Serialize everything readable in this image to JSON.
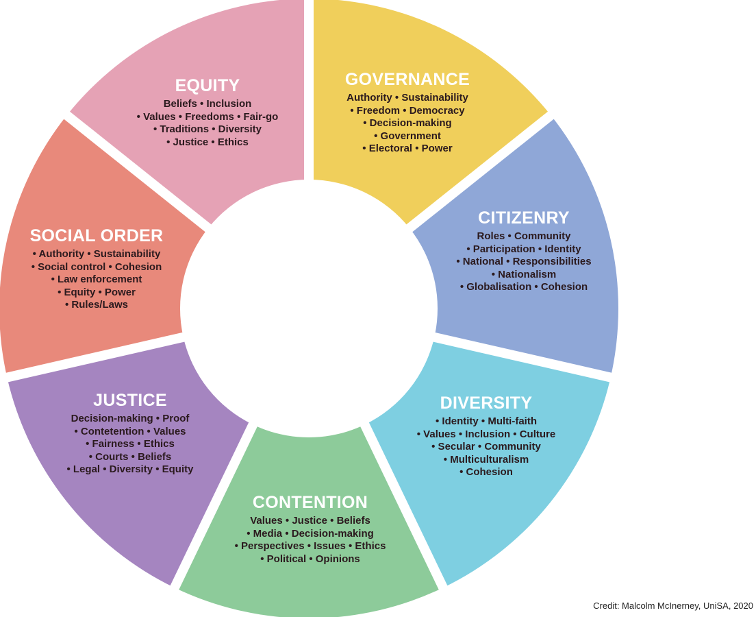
{
  "segments": [
    {
      "title": "GOVERNANCE",
      "color": "#f0cf5b",
      "items": [
        "Authority • Sustainability",
        "• Freedom • Democracy",
        "• Decision-making",
        "• Government",
        "• Electoral • Power"
      ]
    },
    {
      "title": "CITIZENRY",
      "color": "#8fa7d7",
      "items": [
        "Roles • Community",
        "• Participation • Identity",
        "• National • Responsibilities",
        "• Nationalism",
        "• Globalisation • Cohesion"
      ]
    },
    {
      "title": "DIVERSITY",
      "color": "#7ecfe1",
      "items": [
        "• Identity • Multi-faith",
        "• Values • Inclusion • Culture",
        "• Secular • Community",
        "• Multiculturalism",
        "• Cohesion"
      ]
    },
    {
      "title": "CONTENTION",
      "color": "#8dcb9a",
      "items": [
        "Values • Justice • Beliefs",
        "• Media • Decision-making",
        "• Perspectives • Issues • Ethics",
        "• Political • Opinions"
      ]
    },
    {
      "title": "JUSTICE",
      "color": "#a585c0",
      "items": [
        "Decision-making • Proof",
        "• Contetention • Values",
        "• Fairness • Ethics",
        "• Courts • Beliefs",
        "• Legal • Diversity • Equity"
      ]
    },
    {
      "title": "SOCIAL ORDER",
      "color": "#e8897b",
      "items": [
        "• Authority • Sustainability",
        "• Social control • Cohesion",
        "• Law enforcement",
        "• Equity • Power",
        "• Rules/Laws"
      ]
    },
    {
      "title": "EQUITY",
      "color": "#e5a2b5",
      "items": [
        "Beliefs  • Inclusion",
        "• Values • Freedoms • Fair-go",
        "• Traditions • Diversity",
        "• Justice • Ethics"
      ]
    }
  ],
  "credit": "Credit: Malcolm McInerney, UniSA, 2020"
}
